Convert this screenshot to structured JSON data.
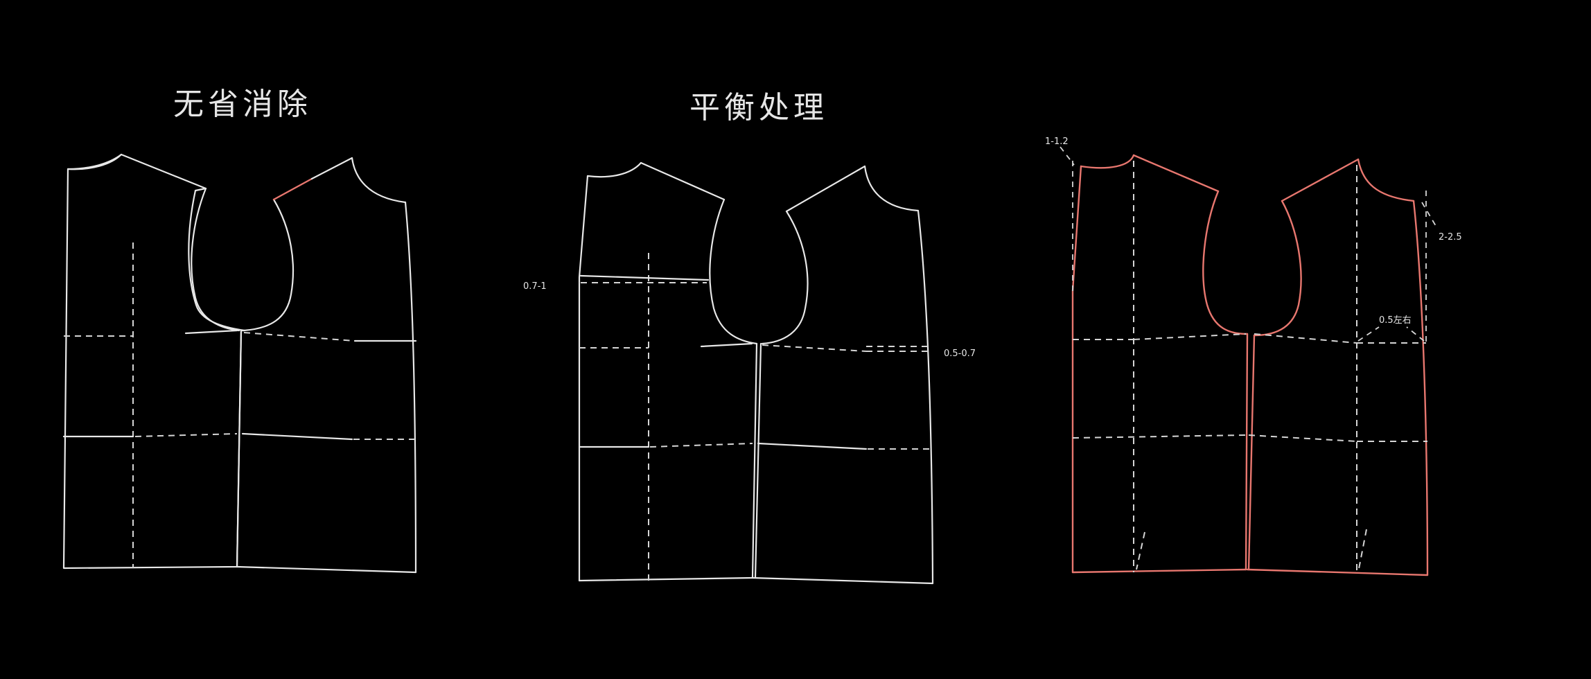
{
  "diagram": {
    "panel_left": {
      "title": "无省消除"
    },
    "panel_middle": {
      "title": "平衡处理",
      "labels": {
        "left_value": "0.7-1",
        "right_value": "0.5-0.7"
      }
    },
    "panel_right": {
      "labels": {
        "top_left": "1-1.2",
        "top_right": "2-2.5",
        "side": "0.5左右"
      }
    }
  },
  "colors": {
    "background": "#000000",
    "line": "#e8e8e8",
    "highlight": "#e8776f"
  }
}
